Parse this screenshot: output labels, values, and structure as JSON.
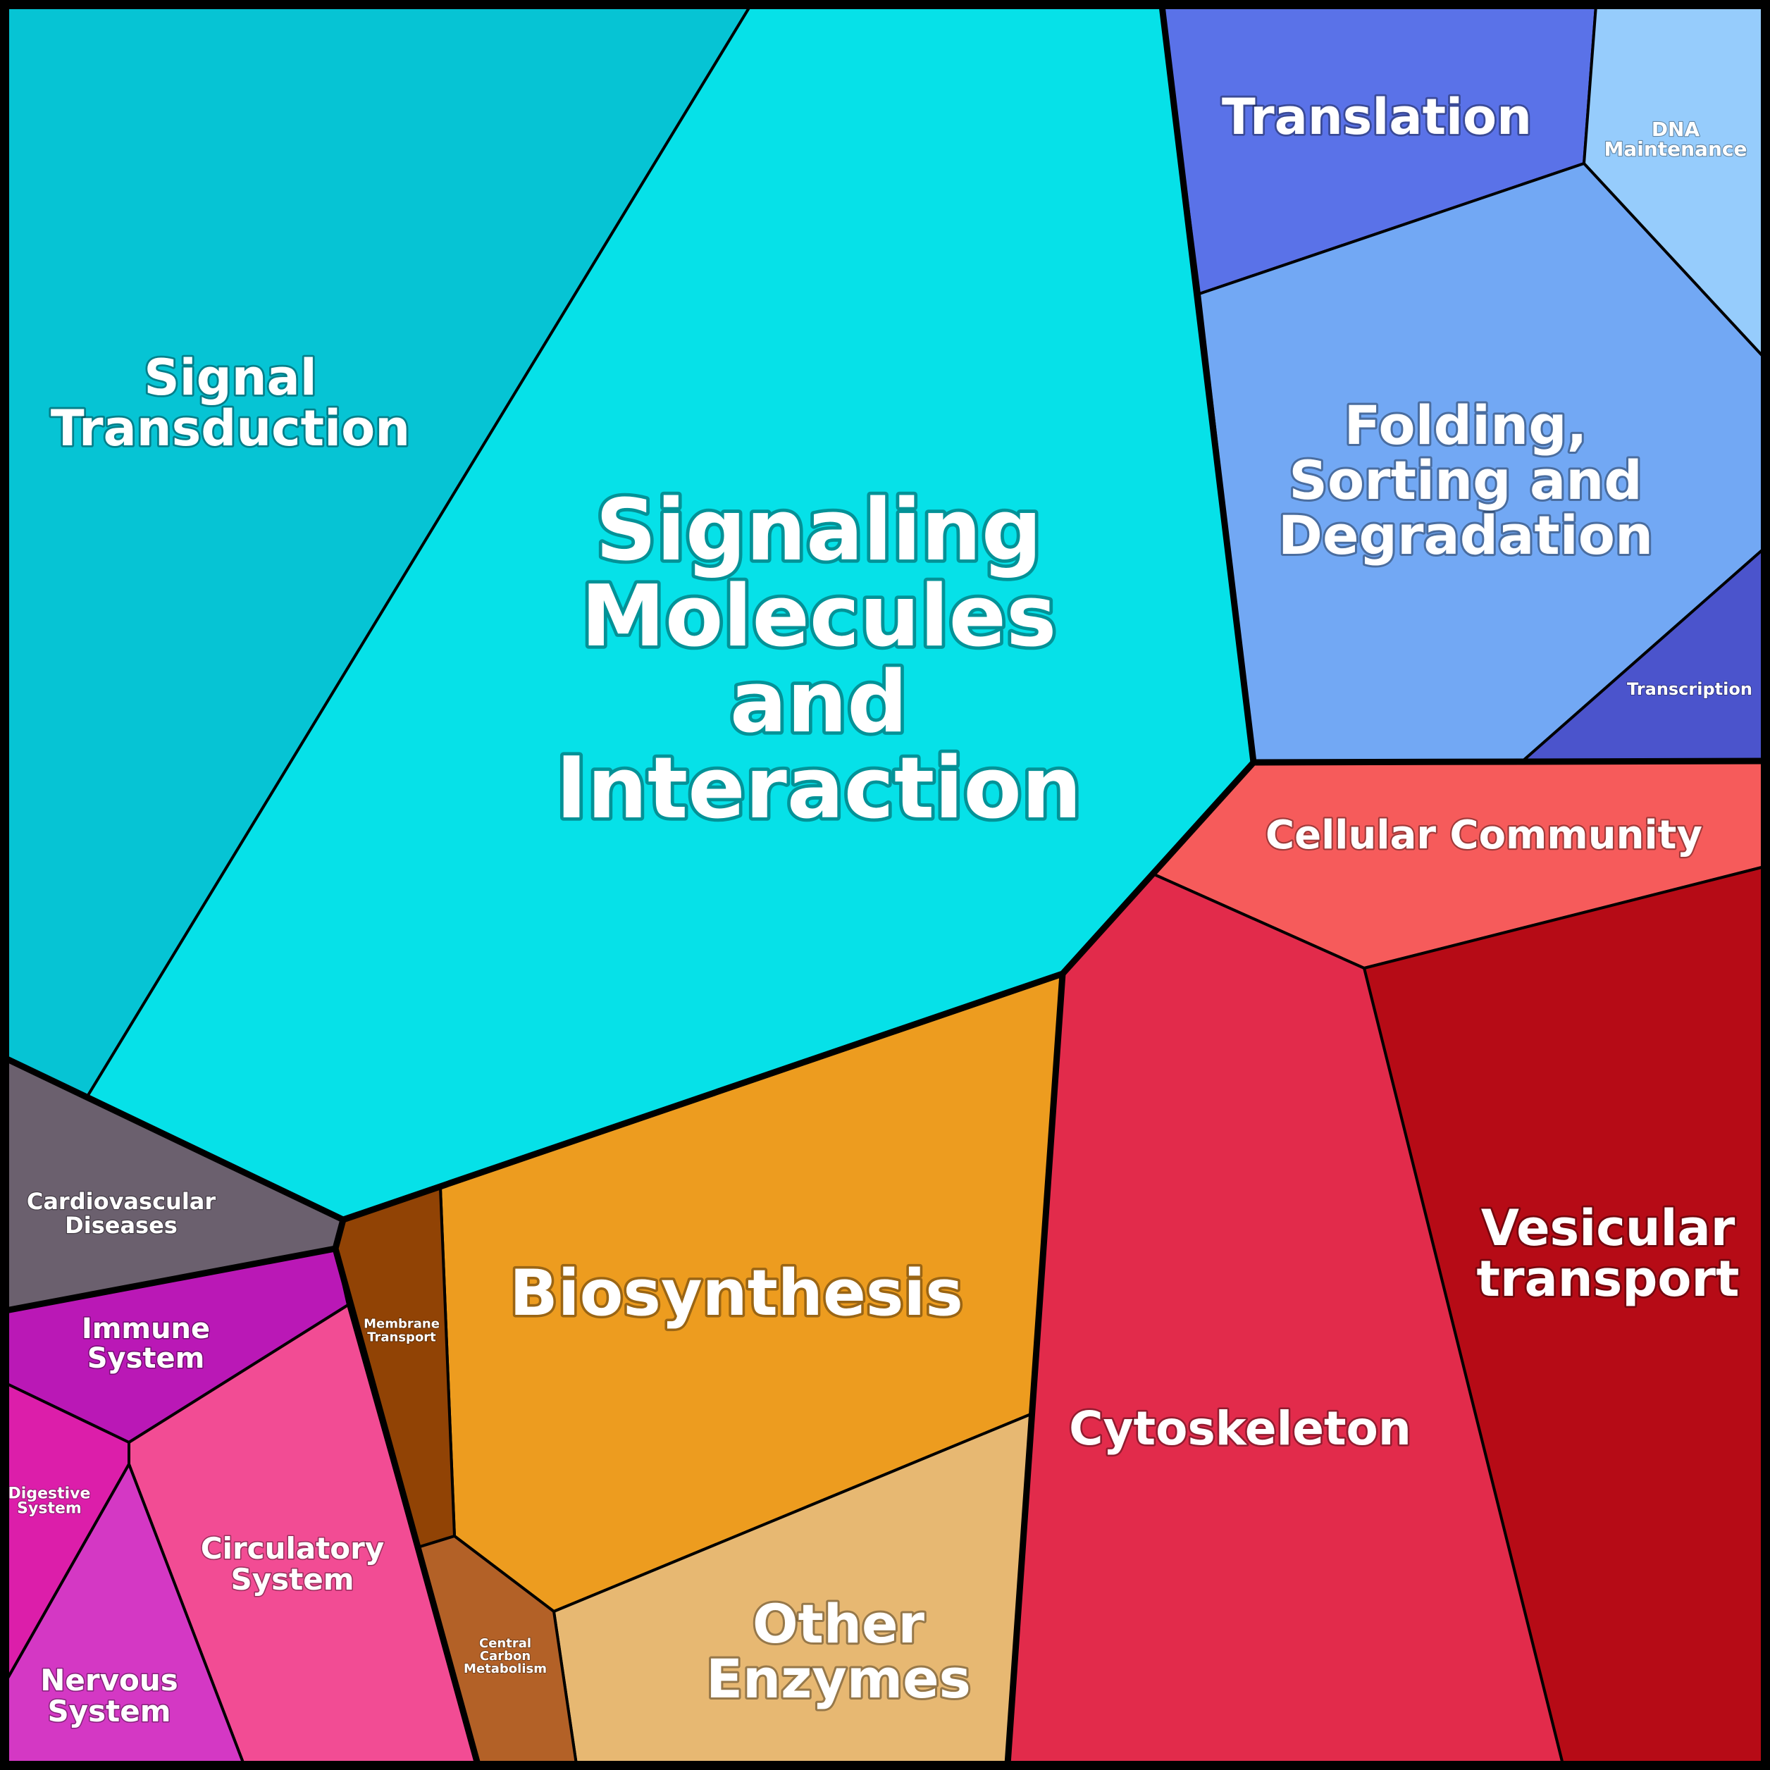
{
  "diagram": {
    "cells": [
      {
        "id": "signal-transduction",
        "lines": [
          "Signal",
          "Transduction"
        ],
        "color": "#06C4D4"
      },
      {
        "id": "signaling-molecules",
        "lines": [
          "Signaling",
          "Molecules",
          "and",
          "Interaction"
        ],
        "color": "#06E1E8"
      },
      {
        "id": "translation",
        "lines": [
          "Translation"
        ],
        "color": "#5A72E8"
      },
      {
        "id": "dna-maintenance",
        "lines": [
          "DNA",
          "Maintenance"
        ],
        "color": "#96CCFC"
      },
      {
        "id": "folding-sorting",
        "lines": [
          "Folding,",
          "Sorting and",
          "Degradation"
        ],
        "color": "#72A8F4"
      },
      {
        "id": "transcription",
        "lines": [
          "Transcription"
        ],
        "color": "#4B54CC"
      },
      {
        "id": "cellular-community",
        "lines": [
          "Cellular Community"
        ],
        "color": "#F65B5B"
      },
      {
        "id": "vesicular-transport",
        "lines": [
          "Vesicular",
          "transport"
        ],
        "color": "#B60B16"
      },
      {
        "id": "cytoskeleton",
        "lines": [
          "Cytoskeleton"
        ],
        "color": "#E22B4B"
      },
      {
        "id": "biosynthesis",
        "lines": [
          "Biosynthesis"
        ],
        "color": "#ED9C1F"
      },
      {
        "id": "other-enzymes",
        "lines": [
          "Other",
          "Enzymes"
        ],
        "color": "#E7B872"
      },
      {
        "id": "membrane-transport",
        "lines": [
          "Membrane",
          "Transport"
        ],
        "color": "#914305"
      },
      {
        "id": "central-carbon-metabolism",
        "lines": [
          "Central",
          "Carbon",
          "Metabolism"
        ],
        "color": "#B36127"
      },
      {
        "id": "cardiovascular-diseases",
        "lines": [
          "Cardiovascular",
          "Diseases"
        ],
        "color": "#6B606E"
      },
      {
        "id": "immune-system",
        "lines": [
          "Immune",
          "System"
        ],
        "color": "#BA18B6"
      },
      {
        "id": "digestive-system",
        "lines": [
          "Digestive",
          "System"
        ],
        "color": "#DC1EAA"
      },
      {
        "id": "circulatory-system",
        "lines": [
          "Circulatory",
          "System"
        ],
        "color": "#F24C94"
      },
      {
        "id": "nervous-system",
        "lines": [
          "Nervous",
          "System"
        ],
        "color": "#D438C4"
      }
    ]
  }
}
